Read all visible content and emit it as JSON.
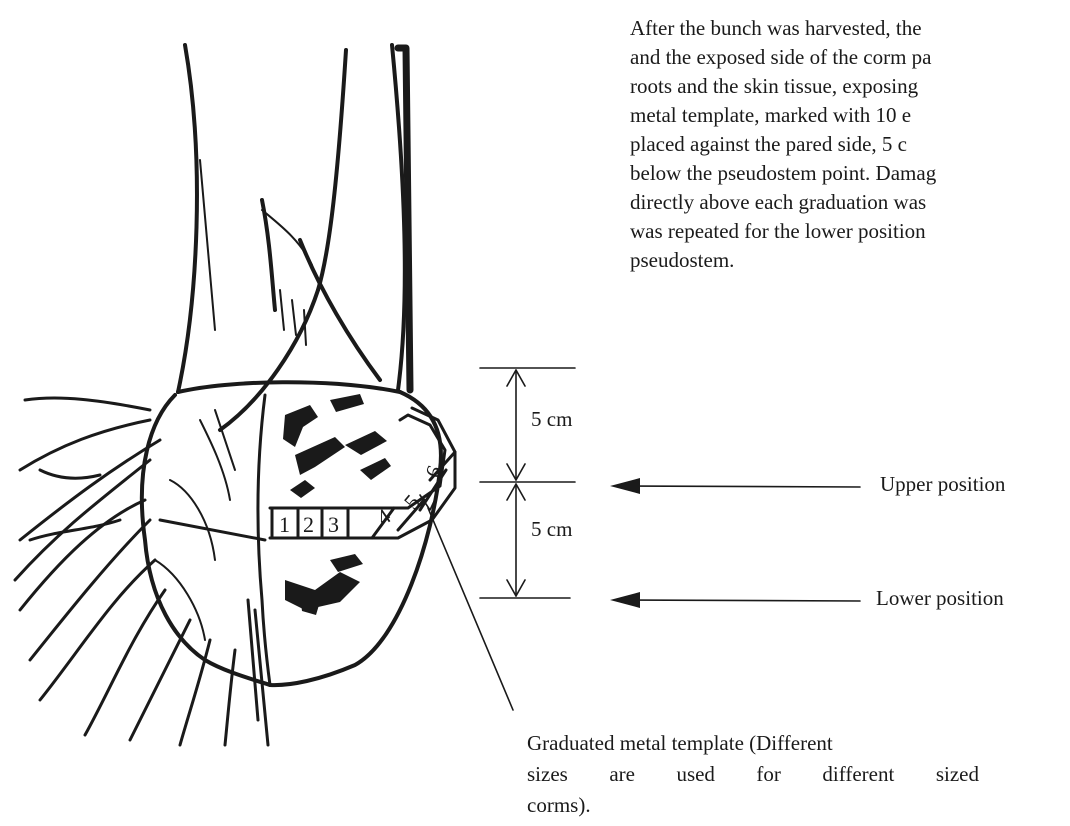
{
  "description_lines": [
    "After the bunch was harvested, the",
    "and the exposed side of the corm pa",
    "roots and the skin tissue, exposing",
    "metal template, marked with 10 e",
    "placed against the pared side, 5 c",
    "below the pseudostem point. Damag",
    "directly above each graduation was",
    "was repeated for the lower position",
    "pseudostem."
  ],
  "dimensions": {
    "upper_gap": "5 cm",
    "lower_gap": "5 cm"
  },
  "positions": {
    "upper": "Upper position",
    "lower": "Lower position"
  },
  "template_numbers": [
    "1",
    "2",
    "3",
    "4",
    "5",
    "6"
  ],
  "template_note": {
    "line1": "Graduated metal template (Different",
    "line2_words": [
      "sizes",
      "are",
      "used",
      "for",
      "different",
      "sized"
    ],
    "line3": "corms)."
  },
  "colors": {
    "ink": "#1a1a1a",
    "background": "#ffffff"
  }
}
